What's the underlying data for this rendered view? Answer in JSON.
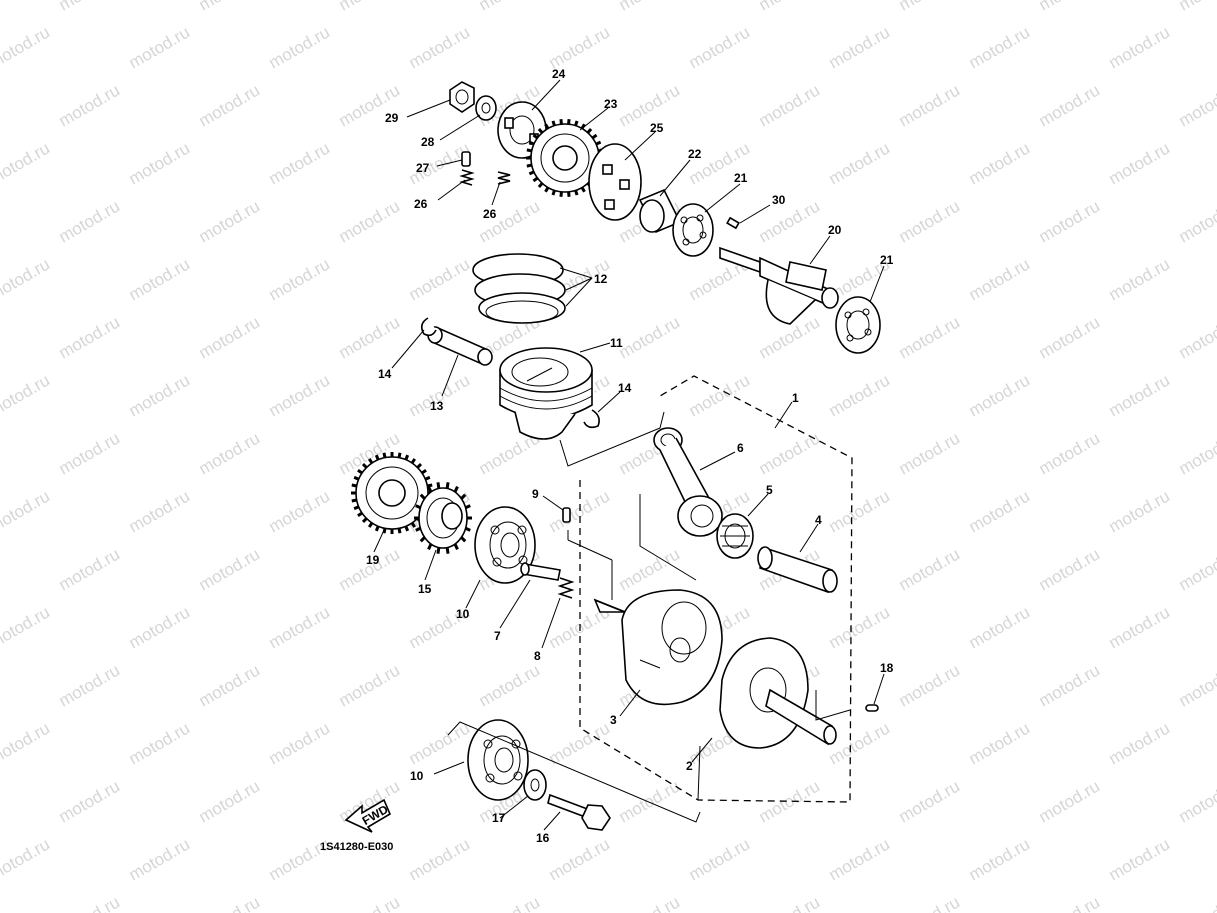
{
  "watermark_text": "motod.ru",
  "diagram_code": "1S41280-E030",
  "fwd_label": "FWD",
  "callouts": {
    "c1": "1",
    "c2": "2",
    "c3": "3",
    "c4": "4",
    "c5": "5",
    "c6": "6",
    "c7": "7",
    "c8": "8",
    "c9": "9",
    "c10a": "10",
    "c10b": "10",
    "c11": "11",
    "c12": "12",
    "c13": "13",
    "c14a": "14",
    "c14b": "14",
    "c15": "15",
    "c16": "16",
    "c17": "17",
    "c18": "18",
    "c19": "19",
    "c20": "20",
    "c21a": "21",
    "c21b": "21",
    "c22": "22",
    "c23": "23",
    "c24": "24",
    "c25": "25",
    "c26a": "26",
    "c26b": "26",
    "c27": "27",
    "c28": "28",
    "c29": "29",
    "c30": "30"
  }
}
